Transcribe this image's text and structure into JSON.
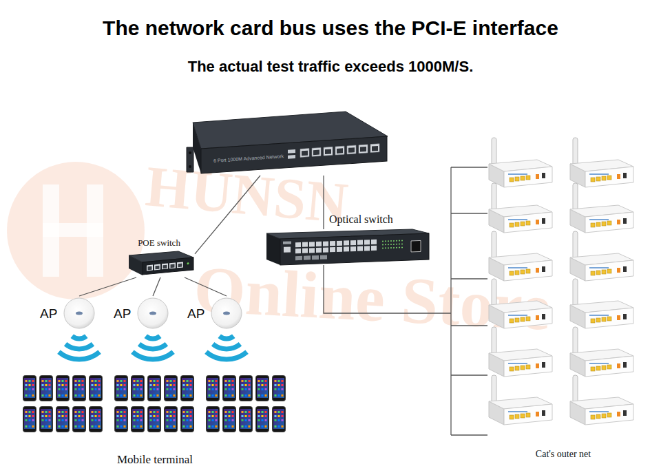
{
  "diagram": {
    "title": "The network card bus uses the PCI-E interface",
    "nodes": [
      {
        "text": [
          "6 Port 1000M Advanced Network"
        ]
      },
      {
        "text": [
          "POE switch"
        ]
      },
      {
        "text": [
          "Optical switch"
        ]
      },
      {
        "text": [
          "AP"
        ]
      },
      {
        "text": [
          "AP"
        ]
      },
      {
        "text": [
          "AP"
        ]
      }
    ],
    "edges": [
      {
        "from": 0,
        "to": 1,
        "arrow": "none"
      },
      {
        "from": 0,
        "to": 2,
        "arrow": "none"
      },
      {
        "from": 1,
        "to": 3,
        "arrow": "none"
      },
      {
        "from": 1,
        "to": 4,
        "arrow": "none"
      },
      {
        "from": 1,
        "to": 5,
        "arrow": "none"
      }
    ],
    "labels": [
      "The actual test traffic exceeds 1000M/S.",
      "HUNSN",
      "Online Store",
      "Mobile terminal",
      "Cat's outer net"
    ]
  }
}
